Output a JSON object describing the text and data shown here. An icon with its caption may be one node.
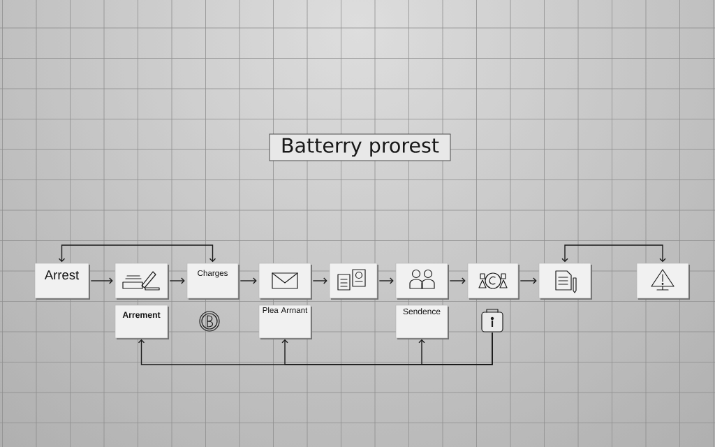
{
  "diagram": {
    "title": "Batterry prorest",
    "nodes": [
      {
        "text": [
          "Arrest"
        ]
      },
      {
        "text": [],
        "shape": "box"
      },
      {
        "text": [
          "Charges"
        ]
      },
      {
        "text": [],
        "shape": "box"
      },
      {
        "text": [],
        "shape": "box"
      },
      {
        "text": [],
        "shape": "box"
      },
      {
        "text": [],
        "shape": "box"
      },
      {
        "text": [],
        "shape": "box"
      },
      {
        "text": [],
        "shape": "box"
      },
      {
        "text": [
          "Arrement"
        ]
      },
      {
        "text": [
          "Plea Arrnant"
        ]
      },
      {
        "text": [
          "Sendence"
        ]
      },
      {
        "text": [],
        "shape": "picture"
      }
    ],
    "edges": [
      {
        "from": 0,
        "to": 1,
        "arrow": "to"
      },
      {
        "from": 1,
        "to": 2,
        "arrow": "to"
      },
      {
        "from": 2,
        "to": 3,
        "arrow": "to"
      },
      {
        "from": 3,
        "to": 4,
        "arrow": "to"
      },
      {
        "from": 4,
        "to": 5,
        "arrow": "to"
      },
      {
        "from": 5,
        "to": 6,
        "arrow": "to"
      },
      {
        "from": 6,
        "to": 7,
        "arrow": "to"
      },
      {
        "from": 0,
        "to": 2,
        "arrow": "both"
      },
      {
        "from": 7,
        "to": 8,
        "arrow": "both"
      },
      {
        "from": 12,
        "to": 9,
        "arrow": "to"
      },
      {
        "from": 12,
        "to": 10,
        "arrow": "to"
      },
      {
        "from": 12,
        "to": 11,
        "arrow": "to"
      }
    ]
  }
}
